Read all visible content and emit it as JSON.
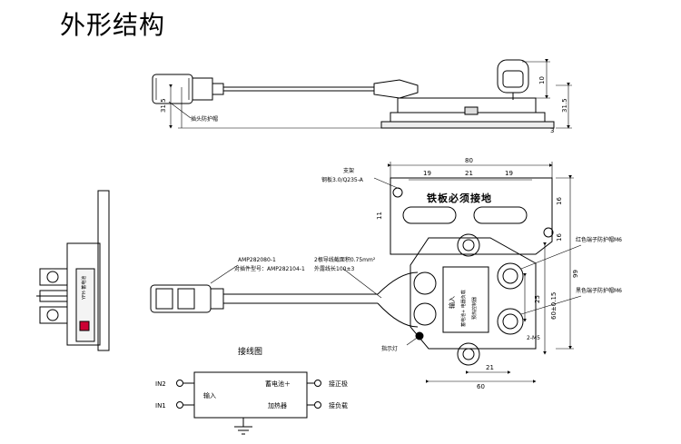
{
  "title": "外形结构",
  "top_view": {
    "plug_label": "插头防护帽",
    "dim_h1": "31.5",
    "dim_h2": "31.5",
    "dim_10": "10",
    "dim_3": "3"
  },
  "main_view": {
    "dim_80": "80",
    "dim_19a": "19",
    "dim_21": "21",
    "dim_19b": "19",
    "dim_11": "11",
    "dim_16a": "16",
    "dim_16b": "16",
    "dim_99": "99",
    "dim_60tol": "60±0.15",
    "dim_25": "25",
    "dim_21b": "21",
    "dim_60": "60",
    "dim_2m5": "2-M5",
    "bracket_label": "支架",
    "bracket_material": "钢板3.0/Q235-A",
    "iron_text": "铁板必须接地",
    "connector_model": "AMP282080-1",
    "mating_model": "对插件型号：AMP282104-1",
    "wire_spec": "2根导线截面积0.75mm²",
    "wire_length": "外露线长100±3",
    "red_cap": "红色端子防护帽M6",
    "black_cap": "黑色端子防护帽M6",
    "indicator": "指示灯",
    "body_input": "输入",
    "body_line1": "蓄电池+ 电器负载",
    "body_line2": "预热控制器"
  },
  "wiring": {
    "heading": "接线图",
    "in2": "IN2",
    "in1": "IN1",
    "input": "输入",
    "battery": "蓄电池＋",
    "heater": "加热器",
    "pos": "接正极",
    "load": "接负载"
  }
}
